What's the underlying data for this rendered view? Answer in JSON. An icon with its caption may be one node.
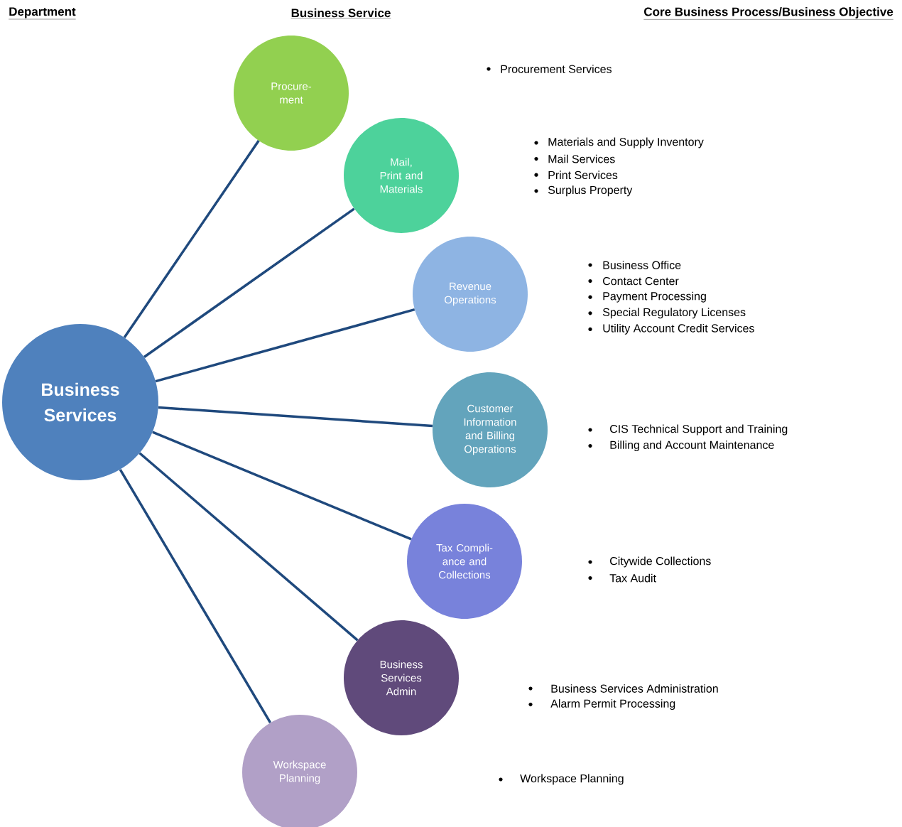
{
  "diagram": {
    "nodes": [
      {
        "text": [
          "Business Services"
        ]
      },
      {
        "text": [
          "Procure- ment"
        ]
      },
      {
        "text": [
          "Mail, Print and Materials"
        ]
      },
      {
        "text": [
          "Revenue Operations"
        ]
      },
      {
        "text": [
          "Customer Information and Billing Operations"
        ]
      },
      {
        "text": [
          "Tax Compli- ance and Collections"
        ]
      },
      {
        "text": [
          "Business Services Admin"
        ]
      },
      {
        "text": [
          "Workspace Planning"
        ]
      }
    ],
    "edges": [
      {
        "from": 0,
        "to": 1,
        "arrow": "none"
      },
      {
        "from": 0,
        "to": 2,
        "arrow": "none"
      },
      {
        "from": 0,
        "to": 3,
        "arrow": "none"
      },
      {
        "from": 0,
        "to": 4,
        "arrow": "none"
      },
      {
        "from": 0,
        "to": 5,
        "arrow": "none"
      },
      {
        "from": 0,
        "to": 6,
        "arrow": "none"
      },
      {
        "from": 0,
        "to": 7,
        "arrow": "none"
      }
    ],
    "labels": [
      "Department",
      "Business Service",
      "Core Business Process/Business Objective",
      "Procurement Services",
      "Materials and Supply Inventory",
      "Mail Services",
      "Print Services",
      "Surplus Property",
      "Business Office",
      "Contact Center",
      "Payment Processing",
      "Special Regulatory Licenses",
      "Utility Account Credit Services",
      "CIS Technical Support and Training",
      "Billing and Account Maintenance",
      "Citywide Collections",
      "Tax Audit",
      "Business Services Administration",
      "Alarm Permit Processing",
      "Workspace Planning"
    ]
  }
}
